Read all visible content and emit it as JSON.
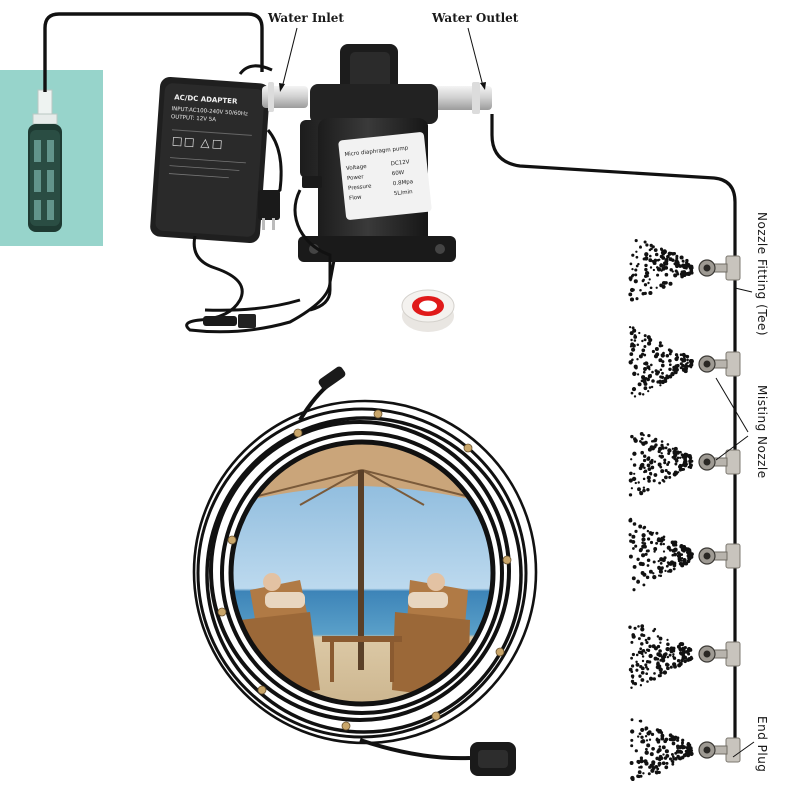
{
  "labels": {
    "water_inlet": "Water Inlet",
    "water_outlet": "Water Outlet",
    "nozzle_fitting": "Nozzle Fitting (Tee)",
    "misting_nozzle": "Misting Nozzle",
    "end_plug": "End Plug"
  },
  "adapter": {
    "title": "AC/DC ADAPTER",
    "line1": "INPUT:AC100-240V 50/60Hz",
    "line2": "OUTPUT: 12V 5A"
  },
  "pump_label": {
    "title": "Micro diaphragm pump",
    "voltage_key": "Voltage",
    "voltage_val": "DC12V",
    "power_key": "Power",
    "power_val": "60W",
    "pressure_key": "Pressure",
    "pressure_val": "0.8Mpa",
    "flow_key": "Flow",
    "flow_val": "5L/min"
  },
  "colors": {
    "tube": "#111111",
    "filter_bg": "#8fd0c6",
    "tee": "#b8b4ad",
    "tape_ring": "#e01a1a",
    "water": "#3f8fc6",
    "sky": "#9fc7e3",
    "umbrella": "#caa57a"
  },
  "icons": [
    "filter-icon",
    "power-adapter-icon",
    "pump-icon",
    "ptfe-tape-icon",
    "misting-hose-coil-icon",
    "nozzle-icon",
    "mist-spray-icon"
  ]
}
